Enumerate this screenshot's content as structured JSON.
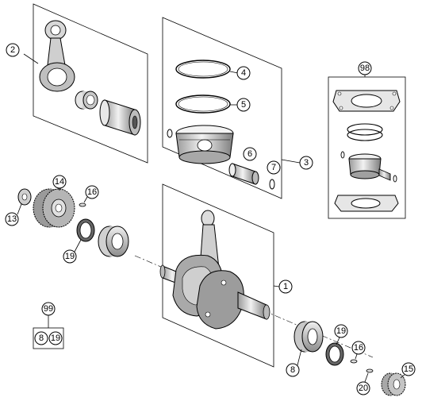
{
  "callouts": {
    "c1": "1",
    "c2": "2",
    "c3": "3",
    "c4": "4",
    "c5": "5",
    "c6": "6",
    "c7": "7",
    "c8": "8",
    "c13": "13",
    "c14": "14",
    "c15": "15",
    "c16a": "16",
    "c16b": "16",
    "c19a": "19",
    "c19b": "19",
    "c20": "20",
    "c98": "98",
    "c99": "99",
    "kit99_a": "8",
    "kit99_b": "19"
  },
  "colors": {
    "line": "#000000",
    "part_fill": "#dcdcdc",
    "part_dark": "#8a8a8a"
  }
}
